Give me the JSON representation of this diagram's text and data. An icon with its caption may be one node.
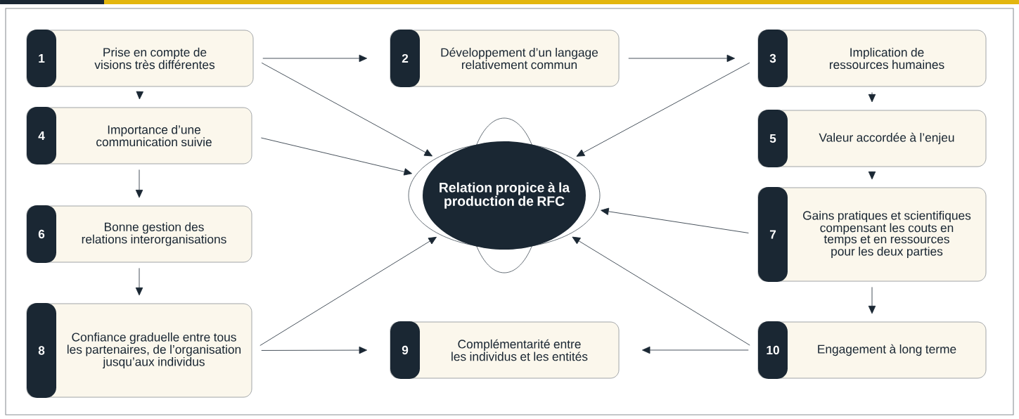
{
  "diagram": {
    "nodes": [
      {
        "text": [
          "1",
          "Prise en compte de visions très différentes"
        ]
      },
      {
        "text": [
          "2",
          "Développement d’un langage relativement commun"
        ]
      },
      {
        "text": [
          "3",
          "Implication de ressources humaines"
        ]
      },
      {
        "text": [
          "4",
          "Importance d’une communication suivie"
        ]
      },
      {
        "text": [
          "5",
          "Valeur accordée à l’enjeu"
        ]
      },
      {
        "text": [
          "6",
          "Bonne gestion des relations interorganisations"
        ]
      },
      {
        "text": [
          "7",
          "Gains pratiques et scientifiques compensant les couts en temps et en ressources pour les deux parties"
        ]
      },
      {
        "text": [
          "8",
          "Confiance graduelle entre tous les partenaires, de l’organisation jusqu’aux individus"
        ]
      },
      {
        "text": [
          "9",
          "Complémentarité entre les individus et les entités"
        ]
      },
      {
        "text": [
          "10",
          "Engagement à long terme"
        ]
      },
      {
        "text": [
          "Relation propice à la production de RFC"
        ]
      }
    ],
    "edges": [
      {
        "from": 0,
        "to": 1,
        "arrow": "to"
      },
      {
        "from": 0,
        "to": 10,
        "arrow": "to"
      },
      {
        "from": 1,
        "to": 2,
        "arrow": "to"
      },
      {
        "from": 2,
        "to": 10,
        "arrow": "to"
      },
      {
        "from": 0,
        "to": 3,
        "arrow": "to"
      },
      {
        "from": 2,
        "to": 4,
        "arrow": "to"
      },
      {
        "from": 3,
        "to": 10,
        "arrow": "to"
      },
      {
        "from": 3,
        "to": 5,
        "arrow": "to"
      },
      {
        "from": 4,
        "to": 6,
        "arrow": "to"
      },
      {
        "from": 6,
        "to": 10,
        "arrow": "to"
      },
      {
        "from": 5,
        "to": 7,
        "arrow": "to"
      },
      {
        "from": 6,
        "to": 9,
        "arrow": "to"
      },
      {
        "from": 7,
        "to": 10,
        "arrow": "to"
      },
      {
        "from": 7,
        "to": 8,
        "arrow": "to"
      },
      {
        "from": 9,
        "to": 10,
        "arrow": "to"
      },
      {
        "from": 9,
        "to": 8,
        "arrow": "to"
      }
    ]
  }
}
